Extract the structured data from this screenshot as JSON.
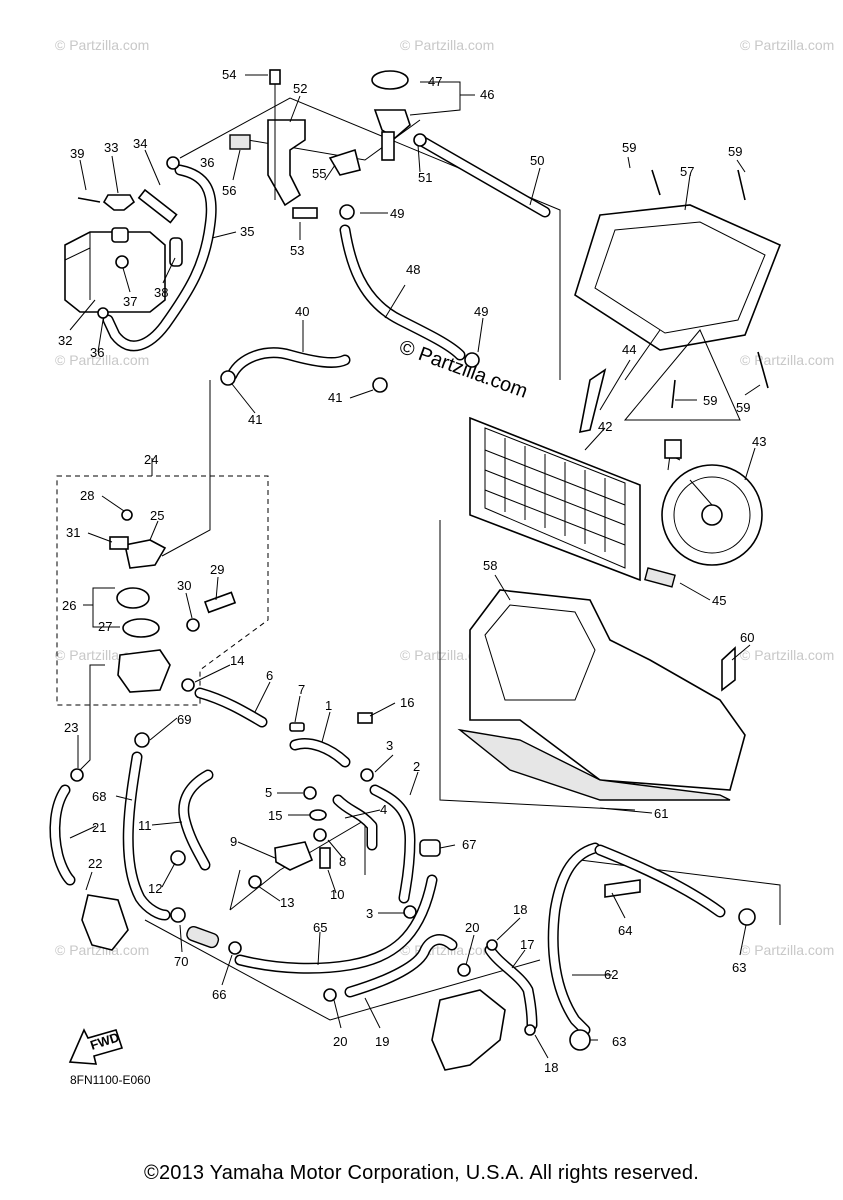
{
  "diagram": {
    "code": "8FN1100-E060",
    "copyright": "©2013 Yamaha Motor Corporation, U.S.A. All rights reserved.",
    "watermark": "© Partzilla.com",
    "fwd_label": "FWD",
    "callouts": {
      "c1": "1",
      "c2": "2",
      "c3a": "3",
      "c3b": "3",
      "c4": "4",
      "c5": "5",
      "c6": "6",
      "c7": "7",
      "c8": "8",
      "c9": "9",
      "c10": "10",
      "c11": "11",
      "c12": "12",
      "c13": "13",
      "c14": "14",
      "c15": "15",
      "c16": "16",
      "c17": "17",
      "c18a": "18",
      "c18b": "18",
      "c19": "19",
      "c20a": "20",
      "c20b": "20",
      "c21": "21",
      "c22": "22",
      "c23": "23",
      "c24": "24",
      "c25": "25",
      "c26": "26",
      "c27": "27",
      "c28": "28",
      "c29": "29",
      "c30": "30",
      "c31": "31",
      "c32": "32",
      "c33": "33",
      "c34": "34",
      "c35": "35",
      "c36a": "36",
      "c36b": "36",
      "c37": "37",
      "c38": "38",
      "c39": "39",
      "c40": "40",
      "c41a": "41",
      "c41b": "41",
      "c42": "42",
      "c43": "43",
      "c44": "44",
      "c45": "45",
      "c46": "46",
      "c47": "47",
      "c48": "48",
      "c49a": "49",
      "c49b": "49",
      "c50": "50",
      "c51": "51",
      "c52": "52",
      "c53": "53",
      "c54": "54",
      "c55": "55",
      "c56": "56",
      "c57": "57",
      "c58": "58",
      "c59a": "59",
      "c59b": "59",
      "c59c": "59",
      "c59d": "59",
      "c60": "60",
      "c61": "61",
      "c62": "62",
      "c63a": "63",
      "c63b": "63",
      "c64": "64",
      "c65": "65",
      "c66": "66",
      "c67": "67",
      "c68": "68",
      "c69": "69",
      "c70": "70"
    }
  }
}
